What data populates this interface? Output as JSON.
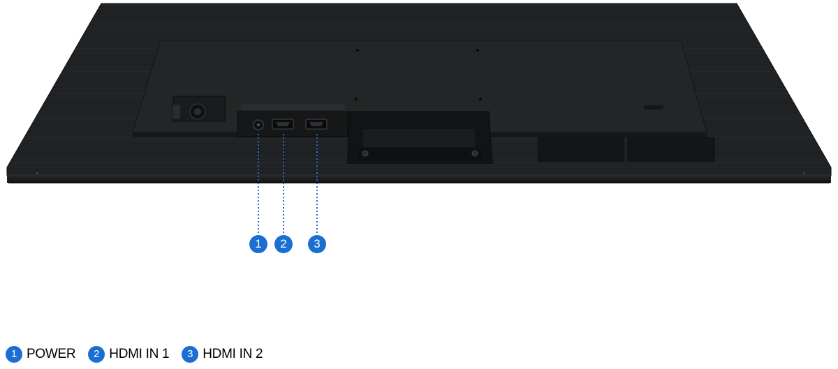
{
  "brand_logo": "SAMSUNG",
  "accent_color": "#1a6fd1",
  "monitor_color": "#1c1e20",
  "ports": [
    {
      "number": "1",
      "label": "POWER"
    },
    {
      "number": "2",
      "label": "HDMI IN 1"
    },
    {
      "number": "3",
      "label": "HDMI IN 2"
    }
  ]
}
